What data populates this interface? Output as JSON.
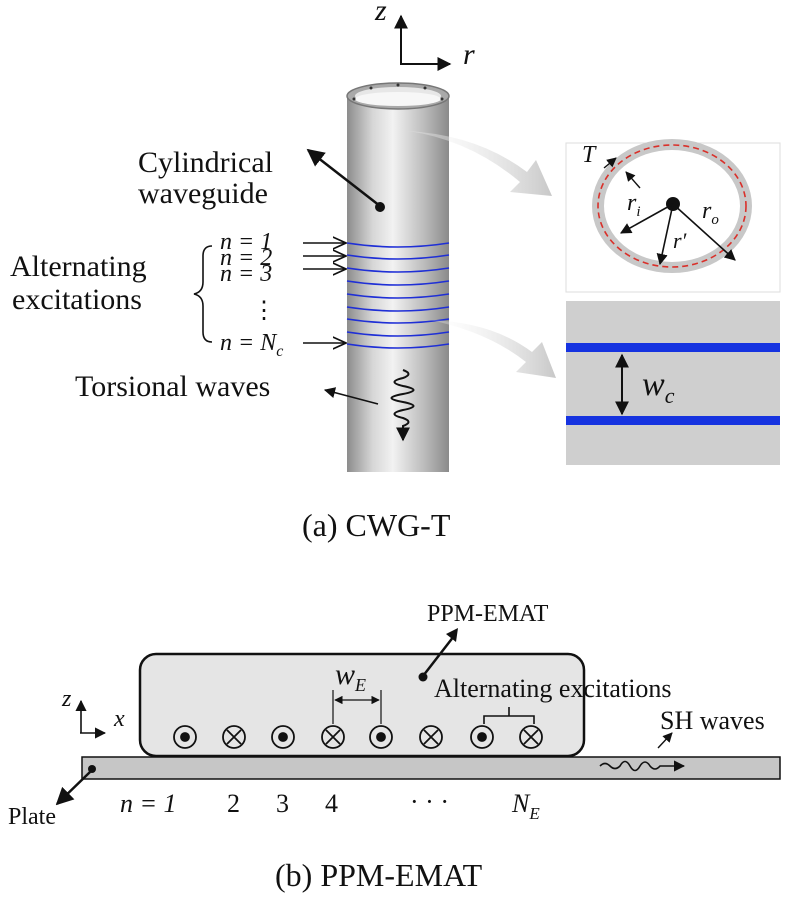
{
  "panel_a": {
    "axis_z": "z",
    "axis_r": "r",
    "label_cylindrical": "Cylindrical",
    "label_waveguide": "waveguide",
    "label_alternating": "Alternating",
    "label_excitations": "excitations",
    "coil_n1": "n = 1",
    "coil_n2": "n = 2",
    "coil_n3": "n = 3",
    "coil_dots": "⋮",
    "coil_nc_prefix": "n = N",
    "coil_nc_sub": "c",
    "label_torsional": "Torsional waves",
    "inset_T": "T",
    "inset_ri": "r",
    "inset_ri_sub": "i",
    "inset_ro": "r",
    "inset_ro_sub": "o",
    "inset_rprime": "r′",
    "inset_wc": "w",
    "inset_wc_sub": "c",
    "caption": "(a)  CWG-T"
  },
  "panel_b": {
    "label_emat": "PPM-EMAT",
    "label_we": "w",
    "label_we_sub": "E",
    "label_alt_exc": "Alternating excitations",
    "axis_z": "z",
    "axis_x": "x",
    "label_sh": "SH waves",
    "label_plate": "Plate",
    "n_first": "n = 1",
    "n2": "2",
    "n3": "3",
    "n4": "4",
    "n_dots": "· · ·",
    "n_last": "N",
    "n_last_sub": "E",
    "caption": "(b)  PPM-EMAT"
  },
  "colors": {
    "coil_blue": "#1f2fd6",
    "band_blue": "#1633e0",
    "red_dashed": "#d9302a",
    "cylinder_gray": "#b9b9b9",
    "inset_gray": "#cfcfcf"
  }
}
